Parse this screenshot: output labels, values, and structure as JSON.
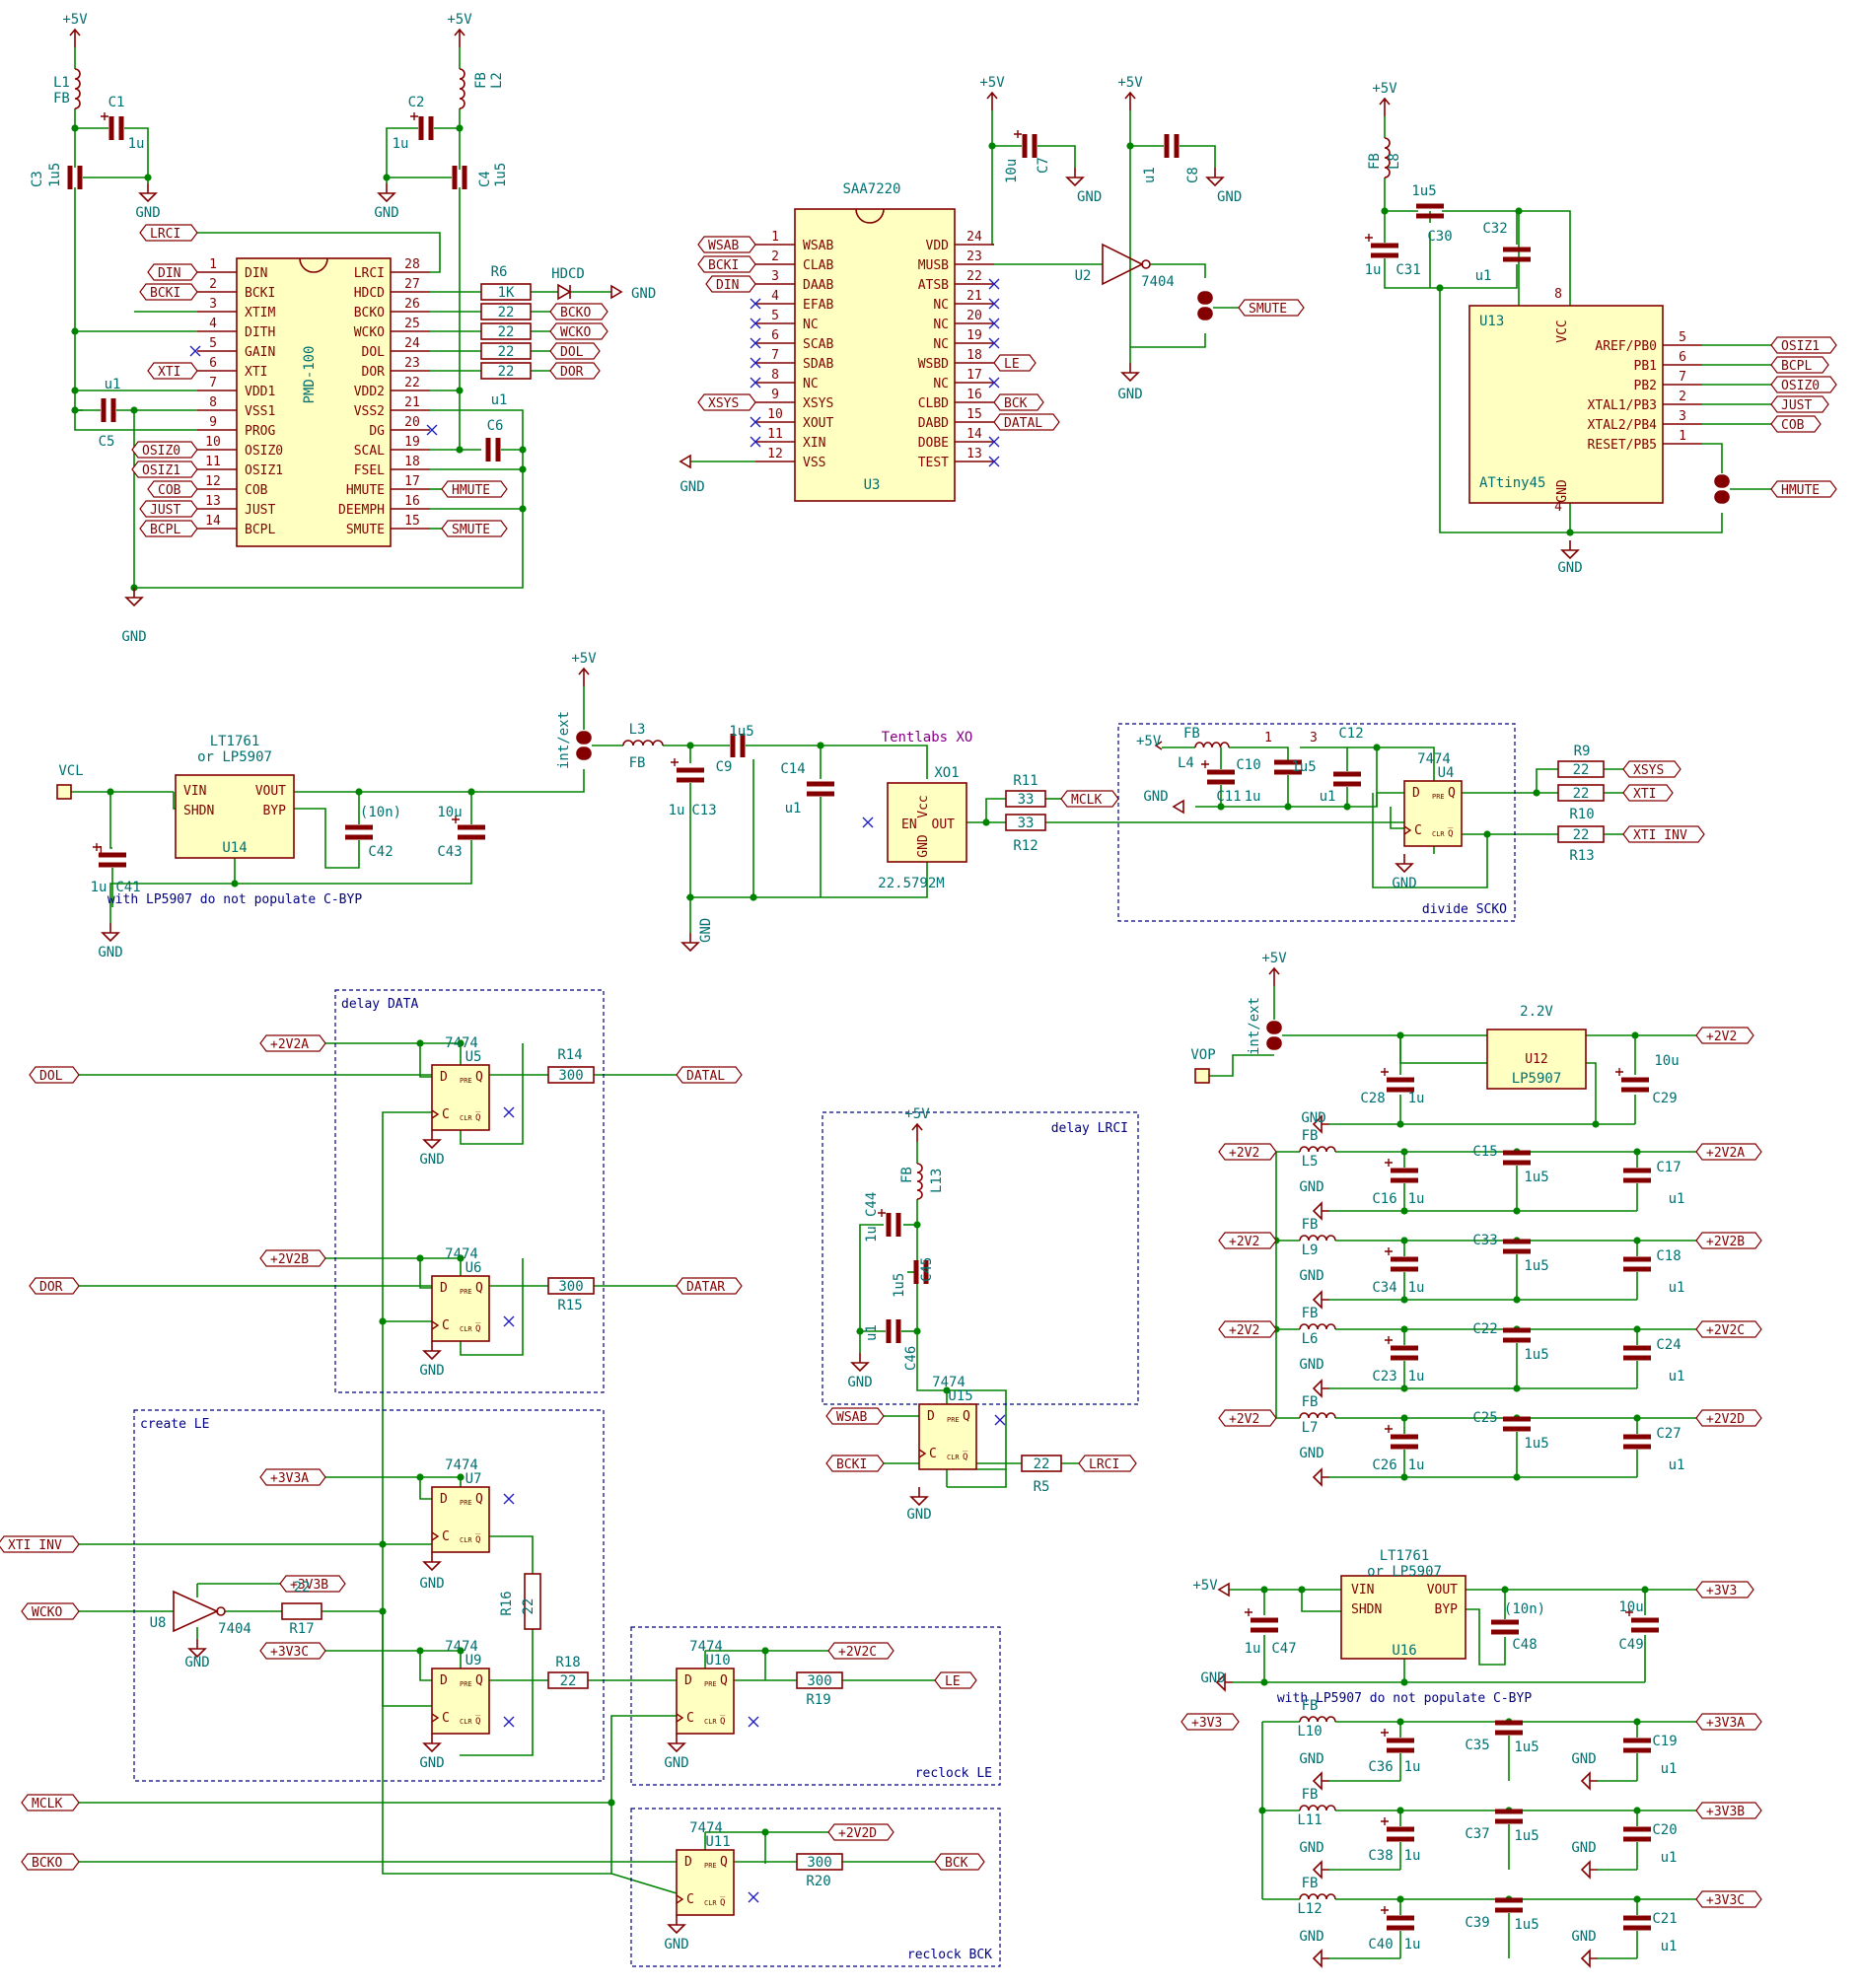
{
  "top": {
    "u1": {
      "ref": "PMD-100",
      "left_pins": [
        [
          "1",
          "DIN"
        ],
        [
          "2",
          "BCKI"
        ],
        [
          "3",
          "XTIM"
        ],
        [
          "4",
          "DITH"
        ],
        [
          "5",
          "GAIN"
        ],
        [
          "6",
          "XTI"
        ],
        [
          "7",
          "VDD1"
        ],
        [
          "8",
          "VSS1"
        ],
        [
          "9",
          "PROG"
        ],
        [
          "10",
          "OSIZ0"
        ],
        [
          "11",
          "OSIZ1"
        ],
        [
          "12",
          "COB"
        ],
        [
          "13",
          "JUST"
        ],
        [
          "14",
          "BCPL"
        ]
      ],
      "right_pins": [
        [
          "28",
          "LRCI"
        ],
        [
          "27",
          "HDCD"
        ],
        [
          "26",
          "BCKO"
        ],
        [
          "25",
          "WCKO"
        ],
        [
          "24",
          "DOL"
        ],
        [
          "23",
          "DOR"
        ],
        [
          "22",
          "VDD2"
        ],
        [
          "21",
          "VSS2"
        ],
        [
          "20",
          "DG"
        ],
        [
          "19",
          "SCAL"
        ],
        [
          "18",
          "FSEL"
        ],
        [
          "17",
          "HMUTE"
        ],
        [
          "16",
          "DEEMPH"
        ],
        [
          "15",
          "SMUTE"
        ]
      ]
    },
    "u3": {
      "name": "SAA7220",
      "ref": "U3",
      "left_pins": [
        [
          "1",
          "WSAB"
        ],
        [
          "2",
          "CLAB"
        ],
        [
          "3",
          "DAAB"
        ],
        [
          "4",
          "EFAB"
        ],
        [
          "5",
          "NC"
        ],
        [
          "6",
          "SCAB"
        ],
        [
          "7",
          "SDAB"
        ],
        [
          "8",
          "NC"
        ],
        [
          "9",
          "XSYS"
        ],
        [
          "10",
          "XOUT"
        ],
        [
          "11",
          "XIN"
        ],
        [
          "12",
          "VSS"
        ]
      ],
      "right_pins": [
        [
          "24",
          "VDD"
        ],
        [
          "23",
          "MUSB"
        ],
        [
          "22",
          "ATSB"
        ],
        [
          "21",
          "NC"
        ],
        [
          "20",
          "NC"
        ],
        [
          "19",
          "NC"
        ],
        [
          "18",
          "WSBD"
        ],
        [
          "17",
          "NC"
        ],
        [
          "16",
          "CLBD"
        ],
        [
          "15",
          "DABD"
        ],
        [
          "14",
          "DOBE"
        ],
        [
          "13",
          "TEST"
        ]
      ]
    },
    "u13": {
      "ref": "U13",
      "name": "ATtiny45",
      "vcc": "VCC",
      "vcc_pin": "8",
      "gnd": "GND",
      "gnd_pin": "4",
      "pins": [
        [
          "5",
          "AREF/PB0"
        ],
        [
          "6",
          "PB1"
        ],
        [
          "7",
          "PB2"
        ],
        [
          "2",
          "XTAL1/PB3"
        ],
        [
          "3",
          "XTAL2/PB4"
        ],
        [
          "1",
          "RESET/PB5"
        ]
      ]
    },
    "labels": {
      "p5v": "+5V",
      "gnd": "GND",
      "fb": "FB",
      "u1": "u1",
      "1u": "1u",
      "1u5": "1u5",
      "10u": "10u",
      "c1": "C1",
      "c2": "C2",
      "c3": "C3",
      "c4": "C4",
      "c5": "C5",
      "c6": "C6",
      "c7": "C7",
      "c8": "C8",
      "c30": "C30",
      "c31": "C31",
      "c32": "C32",
      "l1": "L1",
      "l2": "L2",
      "l8": "L8",
      "r6": "R6",
      "hdcd": "HDCD",
      "u2": "U2",
      "g7404": "7404",
      "1k": "1K",
      "r22": "22"
    },
    "nets": {
      "lrci": "LRCI",
      "din": "DIN",
      "bcki": "BCKI",
      "xti": "XTI",
      "osiz0": "OSIZ0",
      "osiz1": "OSIZ1",
      "cob": "COB",
      "just": "JUST",
      "bcpl": "BCPL",
      "bcko": "BCKO",
      "wcko": "WCKO",
      "dol": "DOL",
      "dor": "DOR",
      "hmute": "HMUTE",
      "smute": "SMUTE",
      "wsab": "WSAB",
      "bcki2": "BCKI",
      "din2": "DIN",
      "xsys": "XSYS",
      "le": "LE",
      "bck": "BCK",
      "datal": "DATAL"
    }
  },
  "mid": {
    "vcl": "VCL",
    "lt1761": "LT1761",
    "orlp": "or LP5907",
    "vin": "VIN",
    "shdn": "SHDN",
    "vout": "VOUT",
    "byp": "BYP",
    "u14": "U14",
    "c41": "C41",
    "c42": "C42",
    "c43": "C43",
    "c42v": "(10n)",
    "note": "with LP5907 do not populate C-BYP",
    "intext": "int/ext",
    "l3": "L3",
    "c13": "C13",
    "c9": "C9",
    "c14": "C14",
    "xo_title": "Tentlabs XO",
    "xo_ref": "XO1",
    "xo_freq": "22.5792M",
    "xo_en": "EN",
    "xo_out": "OUT",
    "xo_vcc": "Vcc",
    "xo_gnd": "GND",
    "r11": "R11",
    "r12": "R12",
    "r33": "33",
    "mclk": "MCLK",
    "c10": "C10",
    "c11": "C11",
    "c12": "C12",
    "l4": "L4",
    "u4": "U4",
    "g7474": "7474",
    "r9": "R9",
    "r10": "R10",
    "r13": "R13",
    "xsys": "XSYS",
    "xti": "XTI",
    "xti_inv": "XTI_INV",
    "sheet_title": "divide SCKO"
  },
  "bottom": {
    "delay_data": "delay DATA",
    "create_le": "create LE",
    "reclock_le": "reclock LE",
    "reclock_bck": "reclock BCK",
    "delay_lrci": "delay LRCI",
    "p2v2a": "+2V2A",
    "p2v2b": "+2V2B",
    "p2v2c": "+2V2C",
    "p2v2d": "+2V2D",
    "p3v3a": "+3V3A",
    "p3v3b": "+3V3B",
    "p3v3c": "+3V3C",
    "p3v3": "+3V3",
    "p2v2": "+2V2",
    "dol": "DOL",
    "dor": "DOR",
    "datal": "DATAL",
    "datar": "DATAR",
    "xti_inv": "XTI_INV",
    "wcko": "WCKO",
    "mclk": "MCLK",
    "bcko": "BCKO",
    "le": "LE",
    "bck": "BCK",
    "wsab": "WSAB",
    "bcki": "BCKI",
    "lrci": "LRCI",
    "u5": "U5",
    "u6": "U6",
    "u7": "U7",
    "u8": "U8",
    "u9": "U9",
    "u10": "U10",
    "u11": "U11",
    "u15": "U15",
    "u12": "U12",
    "u16": "U16",
    "r14": "R14",
    "r15": "R15",
    "r16": "R16",
    "r17": "R17",
    "r18": "R18",
    "r19": "R19",
    "r20": "R20",
    "r5": "R5",
    "r300": "300",
    "vop": "VOP",
    "v22": "2.2V",
    "lp5907": "LP5907",
    "c_list": [
      "C28",
      "C29",
      "C16",
      "C15",
      "C17",
      "C34",
      "C33",
      "C18",
      "C23",
      "C22",
      "C24",
      "C26",
      "C25",
      "C27",
      "C47",
      "C48",
      "C49",
      "C36",
      "C35",
      "C19",
      "C38",
      "C37",
      "C20",
      "C40",
      "C39",
      "C21",
      "C44",
      "C45",
      "C46"
    ],
    "l_list": [
      "L5",
      "L9",
      "L6",
      "L7",
      "L10",
      "L11",
      "L12",
      "L13"
    ]
  }
}
